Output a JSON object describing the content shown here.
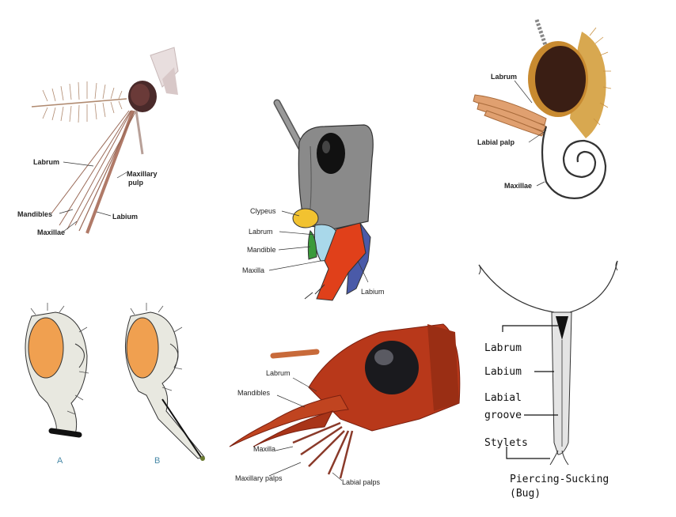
{
  "mosquito": {
    "labrum": "Labrum",
    "maxillary_pulp": [
      "Maxillary",
      "pulp"
    ],
    "mandibles": "Mandibles",
    "labium": "Labium",
    "maxillae": "Maxillae"
  },
  "grasshopper": {
    "clypeus": "Clypeus",
    "labrum": "Labrum",
    "mandible": "Mandible",
    "maxilla": "Maxilla",
    "labium": "Labium",
    "colors": {
      "clypeus": "#f2c230",
      "labrum": "#a9d8ea",
      "mandible": "#3a9a3a",
      "maxilla": "#e0401a",
      "labium": "#4a5aa8"
    }
  },
  "butterfly": {
    "labrum": "Labrum",
    "labial_palp": "Labial palp",
    "maxillae": "Maxillae"
  },
  "fly": {
    "a": "A",
    "b": "B"
  },
  "wasp": {
    "labrum": "Labrum",
    "mandibles": "Mandibles",
    "maxilla": "Maxilla",
    "maxillary_palps": "Maxillary palps",
    "labial_palps": "Labial palps"
  },
  "bug": {
    "labrum": "Labrum",
    "labium": "Labium",
    "labial": "Labial",
    "groove": "groove",
    "stylets": "Stylets",
    "caption1": "Piercing-Sucking",
    "caption2": "(Bug)"
  }
}
